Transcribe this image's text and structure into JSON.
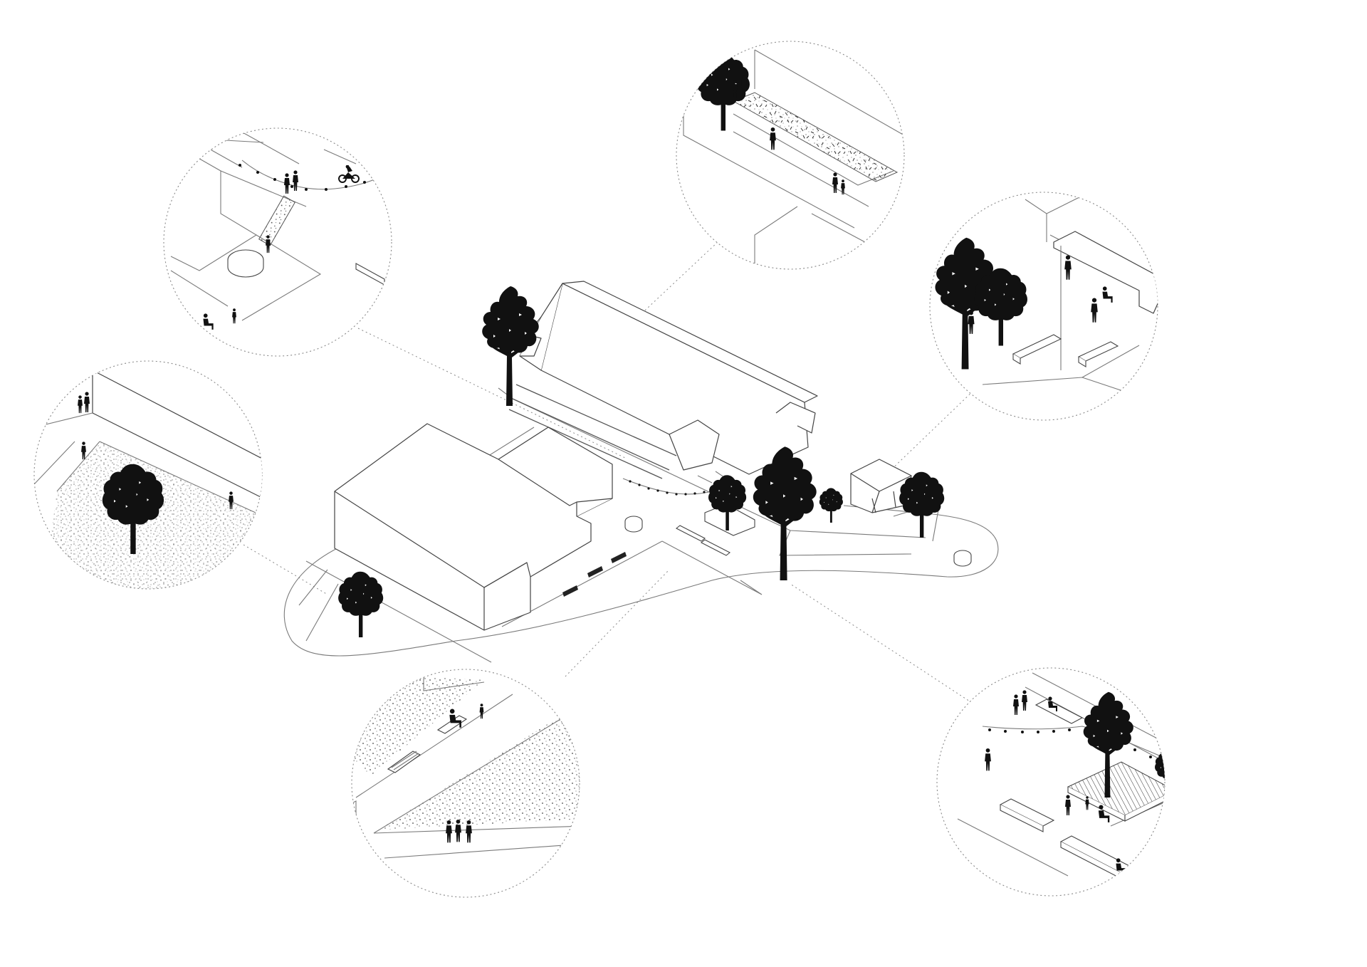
{
  "diagram": {
    "kind": "axonometric-site-plan",
    "linework_color": "#444444",
    "silhouette_color": "#111111",
    "background_color": "#ffffff",
    "callouts": [
      {
        "id": "northwest-lane",
        "icons": [
          "string-lights",
          "people",
          "cyclist",
          "planter-round",
          "bench"
        ]
      },
      {
        "id": "north-path",
        "icons": [
          "tree",
          "people",
          "confetti-paving"
        ]
      },
      {
        "id": "east-garden",
        "icons": [
          "trees",
          "people",
          "benches",
          "pavilion"
        ]
      },
      {
        "id": "west-square",
        "icons": [
          "tree",
          "people",
          "stippled-paving"
        ]
      },
      {
        "id": "south-promenade",
        "icons": [
          "benches",
          "people",
          "stippled-paving"
        ]
      },
      {
        "id": "southeast-plaza",
        "icons": [
          "tree",
          "deck",
          "benches",
          "people",
          "string-lights"
        ]
      }
    ]
  }
}
